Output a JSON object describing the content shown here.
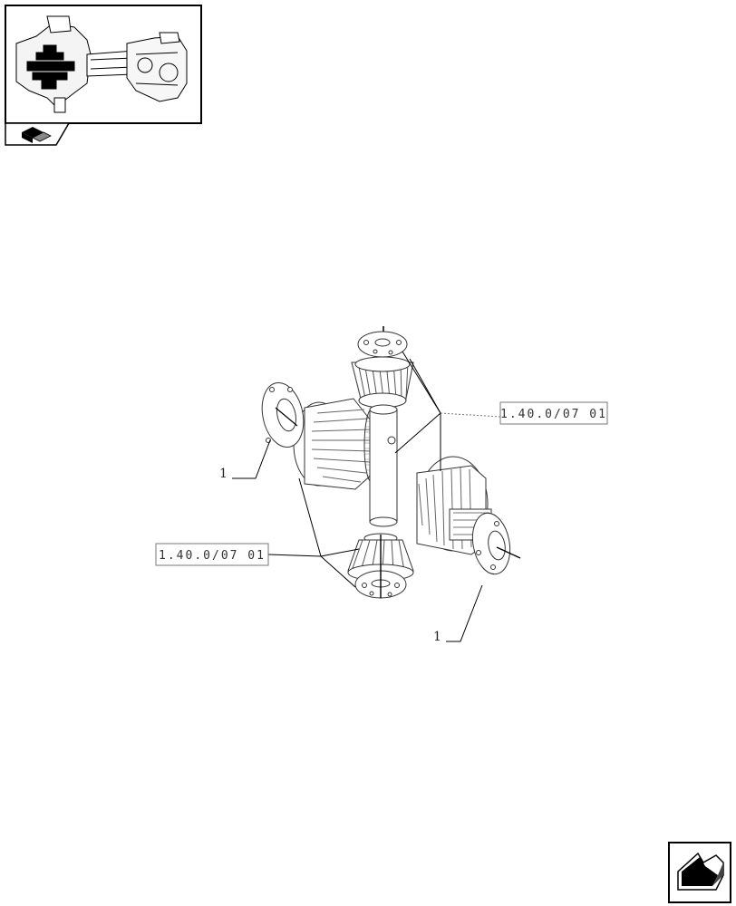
{
  "thumbnail": {
    "icon": "axle-overview-thumbnail"
  },
  "nav": {
    "back_icon": "book-page-icon",
    "next_icon": "next-page-arrow-icon"
  },
  "diagram": {
    "part_labels": [
      {
        "number": "1"
      },
      {
        "number": "1"
      }
    ],
    "references": [
      {
        "text": "1.40.0/07 01"
      },
      {
        "text": "1.40.0/07 01"
      }
    ]
  }
}
